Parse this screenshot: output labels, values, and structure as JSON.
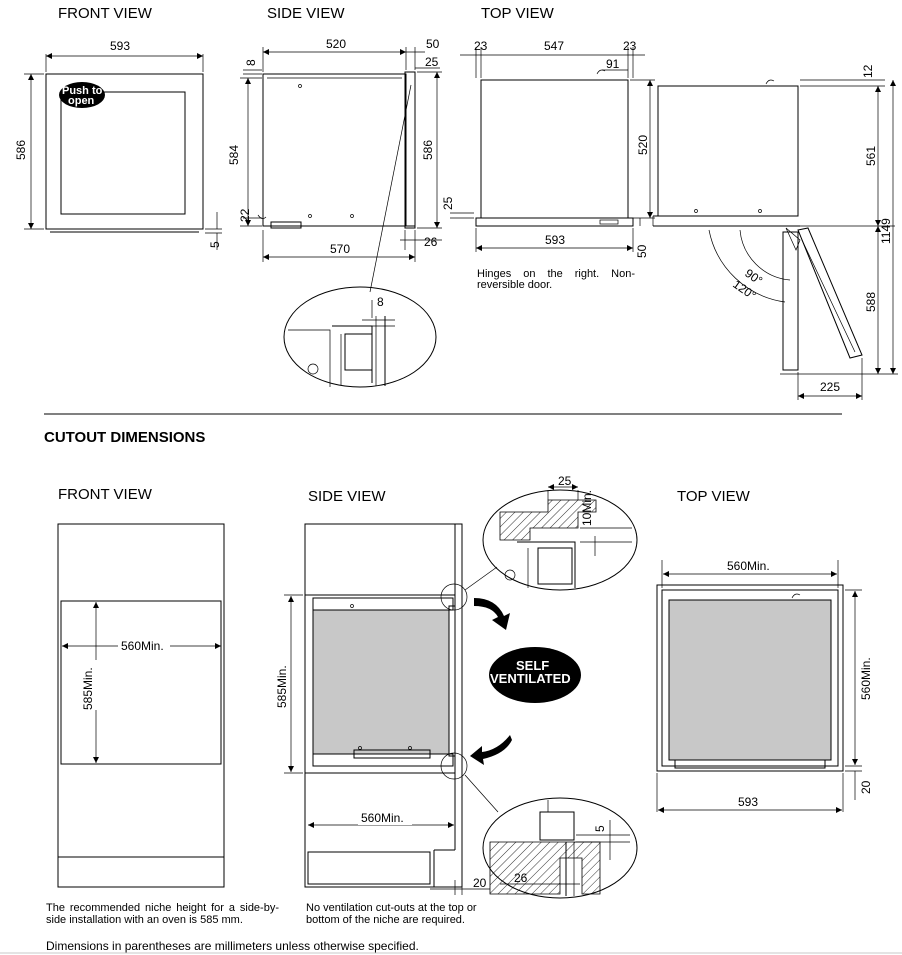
{
  "top": {
    "front_view_label": "FRONT VIEW",
    "side_view_label": "SIDE VIEW",
    "top_view_label": "TOP VIEW",
    "push_badge_line1": "Push to",
    "push_badge_line2": "open",
    "front": {
      "width": "593",
      "height": "586",
      "bottom": "5"
    },
    "side": {
      "depth": "520",
      "door": "50",
      "top_gap": "8",
      "hinge_gap": "25",
      "height": "584",
      "height_right": "586",
      "base": "22",
      "bottom_depth": "570",
      "bottom_right": "26",
      "detail_dim": "8"
    },
    "topv": {
      "left": "23",
      "width": "547",
      "right": "23",
      "handle": "91",
      "depth": "520",
      "side_gap": "25",
      "total_width": "593",
      "door": "50",
      "hinge_note": "Hinges on the right. Non-reversible door."
    },
    "open": {
      "top": "12",
      "depth": "561",
      "total": "1149",
      "door": "588",
      "swing": "225",
      "angle1": "90°",
      "angle2": "120°"
    }
  },
  "cutout": {
    "title": "CUTOUT DIMENSIONS",
    "front_view_label": "FRONT VIEW",
    "side_view_label": "SIDE VIEW",
    "top_view_label": "TOP VIEW",
    "front": {
      "width": "560Min.",
      "height": "585Min.",
      "note": "The recommended niche height for a side-by-side installation with an oven is 585 mm."
    },
    "side": {
      "height": "585Min.",
      "width": "560Min.",
      "bottom": "20",
      "detail_top_w": "25",
      "detail_top_h": "10Min.",
      "detail_bot_h": "5",
      "detail_bot_w": "26",
      "note": "No ventilation cut-outs at the top or bottom of the niche are required."
    },
    "badge_line1": "SELF",
    "badge_line2": "VENTILATED",
    "topv": {
      "width": "560Min.",
      "depth": "560Min.",
      "total": "593",
      "gap": "20"
    }
  },
  "footer": "Dimensions in parentheses are millimeters unless otherwise specified."
}
